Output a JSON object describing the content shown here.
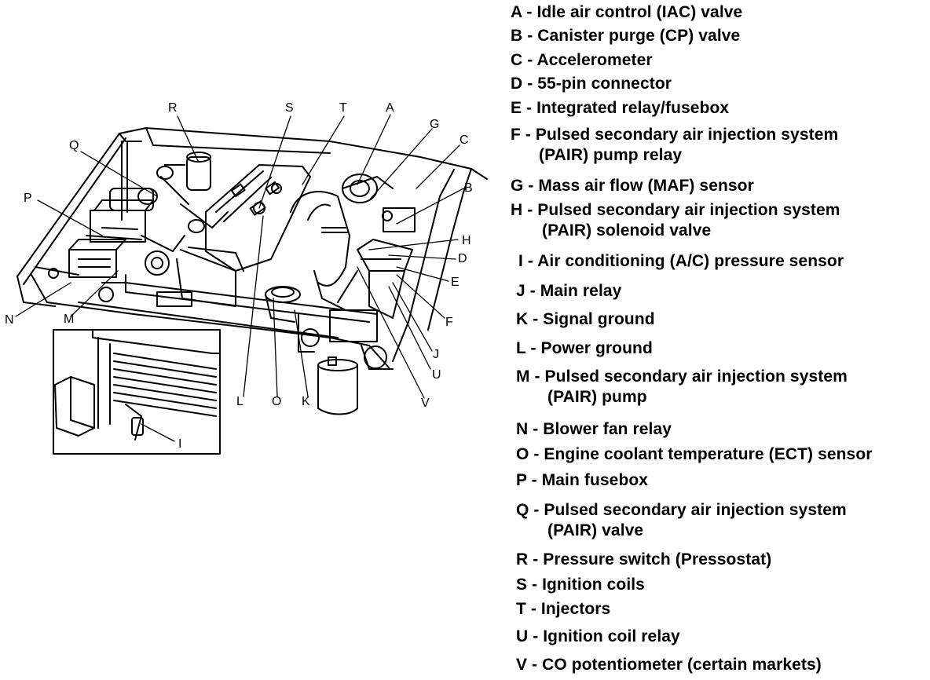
{
  "callouts": [
    "A",
    "B",
    "C",
    "D",
    "E",
    "F",
    "G",
    "H",
    "I",
    "J",
    "K",
    "L",
    "M",
    "N",
    "O",
    "P",
    "Q",
    "R",
    "S",
    "T",
    "U",
    "V"
  ],
  "legend": [
    {
      "letter": "A",
      "text": "A - Idle air control (IAC) valve"
    },
    {
      "letter": "B",
      "text": "B - Canister purge (CP) valve"
    },
    {
      "letter": "C",
      "text": "C - Accelerometer"
    },
    {
      "letter": "D",
      "text": "D - 55-pin connector"
    },
    {
      "letter": "E",
      "text": "E - Integrated relay/fusebox"
    },
    {
      "letter": "F",
      "text": "F - Pulsed secondary air injection system",
      "text2": "(PAIR) pump relay"
    },
    {
      "letter": "G",
      "text": "G - Mass air flow (MAF) sensor"
    },
    {
      "letter": "H",
      "text": "H - Pulsed secondary air injection system",
      "text2": "(PAIR) solenoid valve"
    },
    {
      "letter": "I",
      "text": "I - Air conditioning (A/C) pressure sensor"
    },
    {
      "letter": "J",
      "text": "J - Main relay"
    },
    {
      "letter": "K",
      "text": "K - Signal ground"
    },
    {
      "letter": "L",
      "text": "L - Power ground"
    },
    {
      "letter": "M",
      "text": "M - Pulsed secondary air injection system",
      "text2": "(PAIR) pump"
    },
    {
      "letter": "N",
      "text": "N - Blower fan relay"
    },
    {
      "letter": "O",
      "text": "O - Engine coolant temperature (ECT) sensor"
    },
    {
      "letter": "P",
      "text": "P - Main fusebox"
    },
    {
      "letter": "Q",
      "text": "Q - Pulsed secondary air injection system",
      "text2": "(PAIR) valve"
    },
    {
      "letter": "R",
      "text": "R - Pressure switch (Pressostat)"
    },
    {
      "letter": "S",
      "text": "S - Ignition coils"
    },
    {
      "letter": "T",
      "text": "T - Injectors"
    },
    {
      "letter": "U",
      "text": "U - Ignition coil relay"
    },
    {
      "letter": "V",
      "text": "V - CO potentiometer (certain markets)"
    }
  ]
}
